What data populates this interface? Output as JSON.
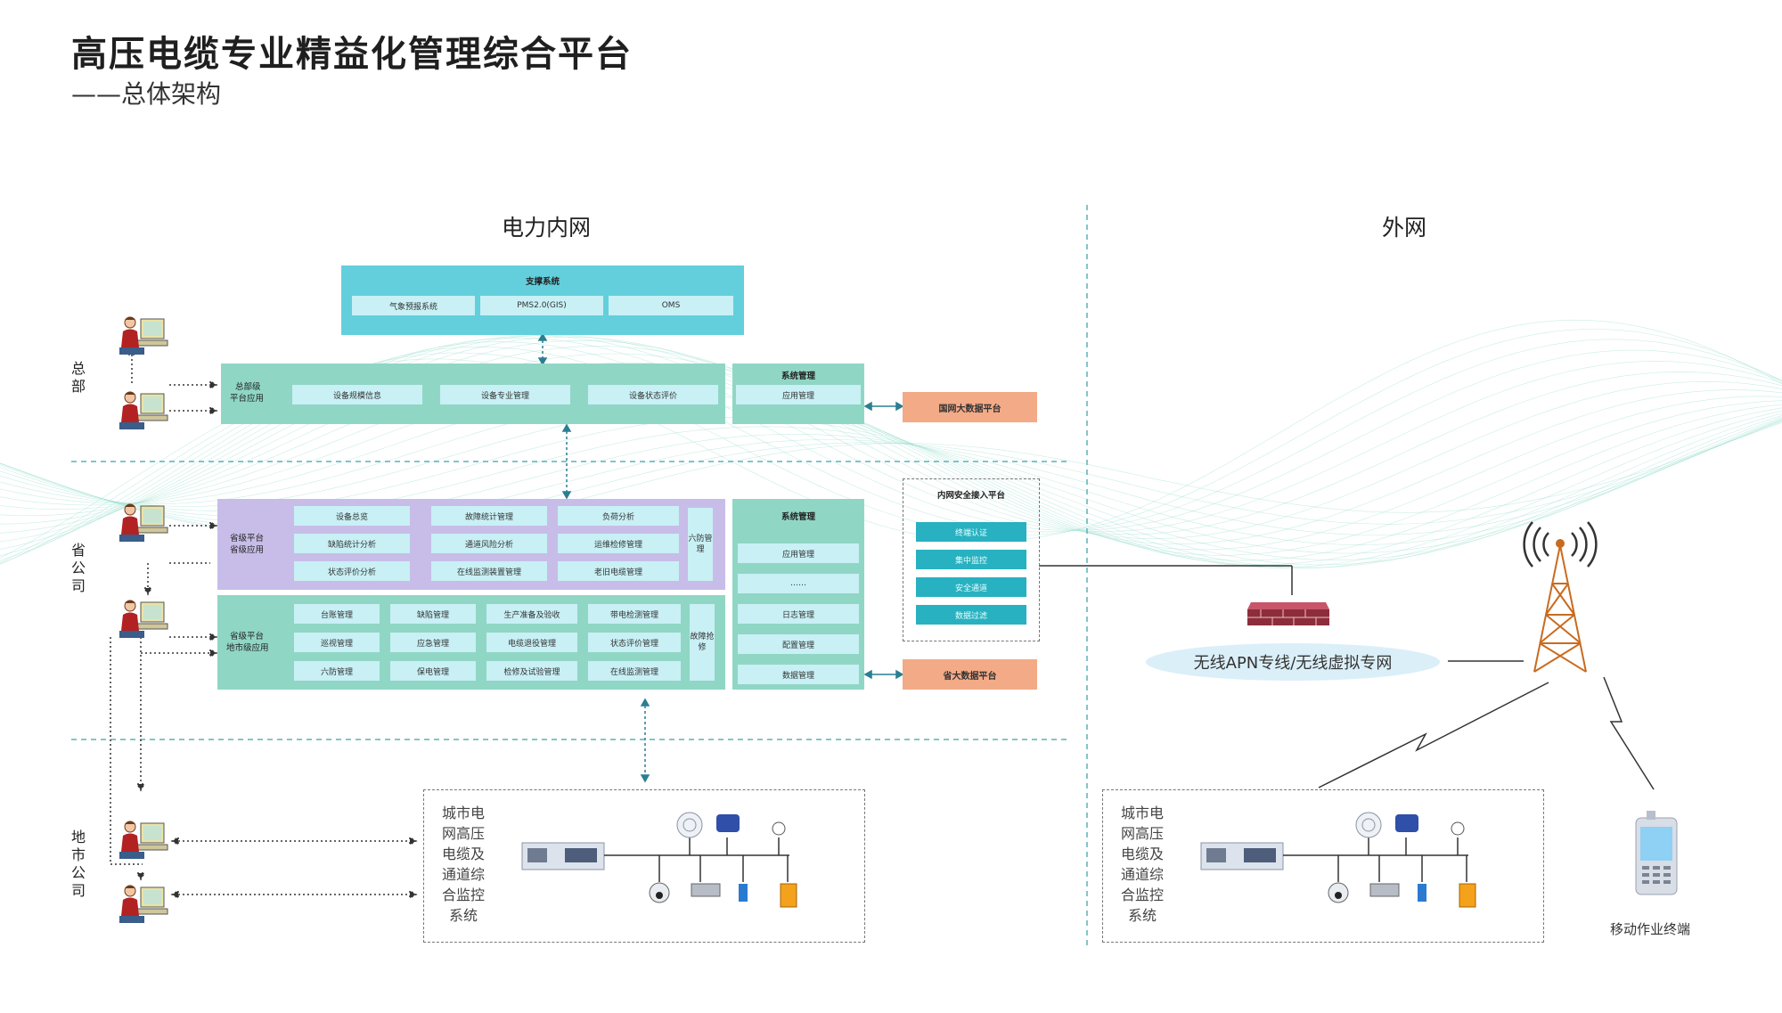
{
  "header": {
    "title": "高压电缆专业精益化管理综合平台",
    "subtitle": "——总体架构"
  },
  "zones": {
    "inner": "电力内网",
    "outer": "外网"
  },
  "levels": {
    "hq": "总部",
    "province": "省公司",
    "city": "地市公司"
  },
  "support": {
    "title": "支撑系统",
    "items": [
      "气象预报系统",
      "PMS2.0(GIS)",
      "OMS"
    ]
  },
  "hq_app": {
    "label_line1": "总部级",
    "label_line2": "平台应用",
    "items": [
      "设备规模信息",
      "设备专业管理",
      "设备状态评价"
    ]
  },
  "sys_mgmt_hq": {
    "title": "系统管理",
    "items": [
      "应用管理"
    ]
  },
  "big_data_national": "国网大数据平台",
  "prov_app": {
    "label_line1": "省级平台",
    "label_line2": "省级应用",
    "rows": [
      [
        "设备总览",
        "故障统计管理",
        "负荷分析"
      ],
      [
        "缺陷统计分析",
        "通道风险分析",
        "运维检修管理"
      ],
      [
        "状态评价分析",
        "在线监测装置管理",
        "老旧电缆管理"
      ]
    ],
    "side": "六防管理"
  },
  "city_app": {
    "label_line1": "省级平台",
    "label_line2": "地市级应用",
    "rows": [
      [
        "台账管理",
        "缺陷管理",
        "生产准备及验收",
        "带电检测管理"
      ],
      [
        "巡视管理",
        "应急管理",
        "电缆退役管理",
        "状态评价管理"
      ],
      [
        "六防管理",
        "保电管理",
        "检修及试验管理",
        "在线监测管理"
      ]
    ],
    "side": "故障抢修"
  },
  "sys_mgmt_prov": {
    "title": "系统管理",
    "items": [
      "应用管理",
      "……",
      "日志管理",
      "配置管理",
      "数据管理"
    ]
  },
  "big_data_prov": "省大数据平台",
  "security": {
    "title": "内网安全接入平台",
    "items": [
      "终端认证",
      "集中监控",
      "安全通道",
      "数据过滤"
    ]
  },
  "apn": "无线APN专线/无线虚拟专网",
  "monitor_inner": "城市电网高压电缆及通道综合监控系统",
  "monitor_outer": "城市电网高压电缆及通道综合监控系统",
  "mobile": "移动作业终端",
  "colors": {
    "teal": "#63cfdc",
    "green": "#90d6c5",
    "purple": "#c7bde8",
    "orange": "#f3aa86",
    "cell": "#c8f0f5",
    "dark": "#28b1c0"
  }
}
